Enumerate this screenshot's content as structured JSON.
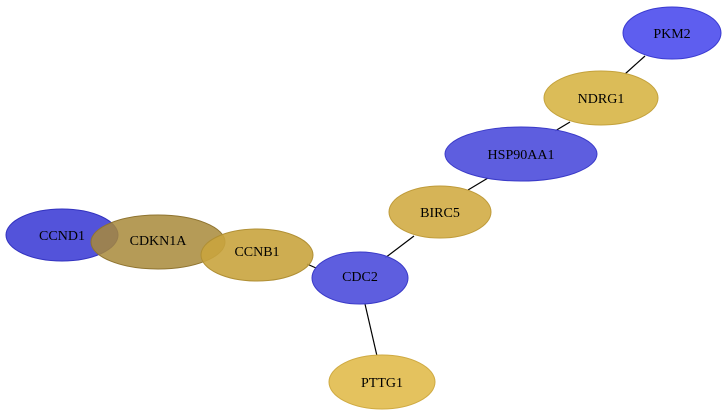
{
  "graph": {
    "nodes": [
      {
        "id": "PKM2",
        "label": "PKM2",
        "color": "#5555ee"
      },
      {
        "id": "NDRG1",
        "label": "NDRG1",
        "color": "#d9b84f"
      },
      {
        "id": "HSP90AA1",
        "label": "HSP90AA1",
        "color": "#5555dd"
      },
      {
        "id": "BIRC5",
        "label": "BIRC5",
        "color": "#d4b04e"
      },
      {
        "id": "CCND1",
        "label": "CCND1",
        "color": "#4a4ad8"
      },
      {
        "id": "CDKN1A",
        "label": "CDKN1A",
        "color": "#a8893a"
      },
      {
        "id": "CCNB1",
        "label": "CCNB1",
        "color": "#c9a43e"
      },
      {
        "id": "CDC2",
        "label": "CDC2",
        "color": "#5555dd"
      },
      {
        "id": "PTTG1",
        "label": "PTTG1",
        "color": "#e3bf55"
      }
    ],
    "edges": [
      {
        "source": "PKM2",
        "target": "NDRG1"
      },
      {
        "source": "NDRG1",
        "target": "HSP90AA1"
      },
      {
        "source": "HSP90AA1",
        "target": "BIRC5"
      },
      {
        "source": "BIRC5",
        "target": "CDC2"
      },
      {
        "source": "CCNB1",
        "target": "CDC2"
      },
      {
        "source": "CDC2",
        "target": "PTTG1"
      }
    ]
  }
}
